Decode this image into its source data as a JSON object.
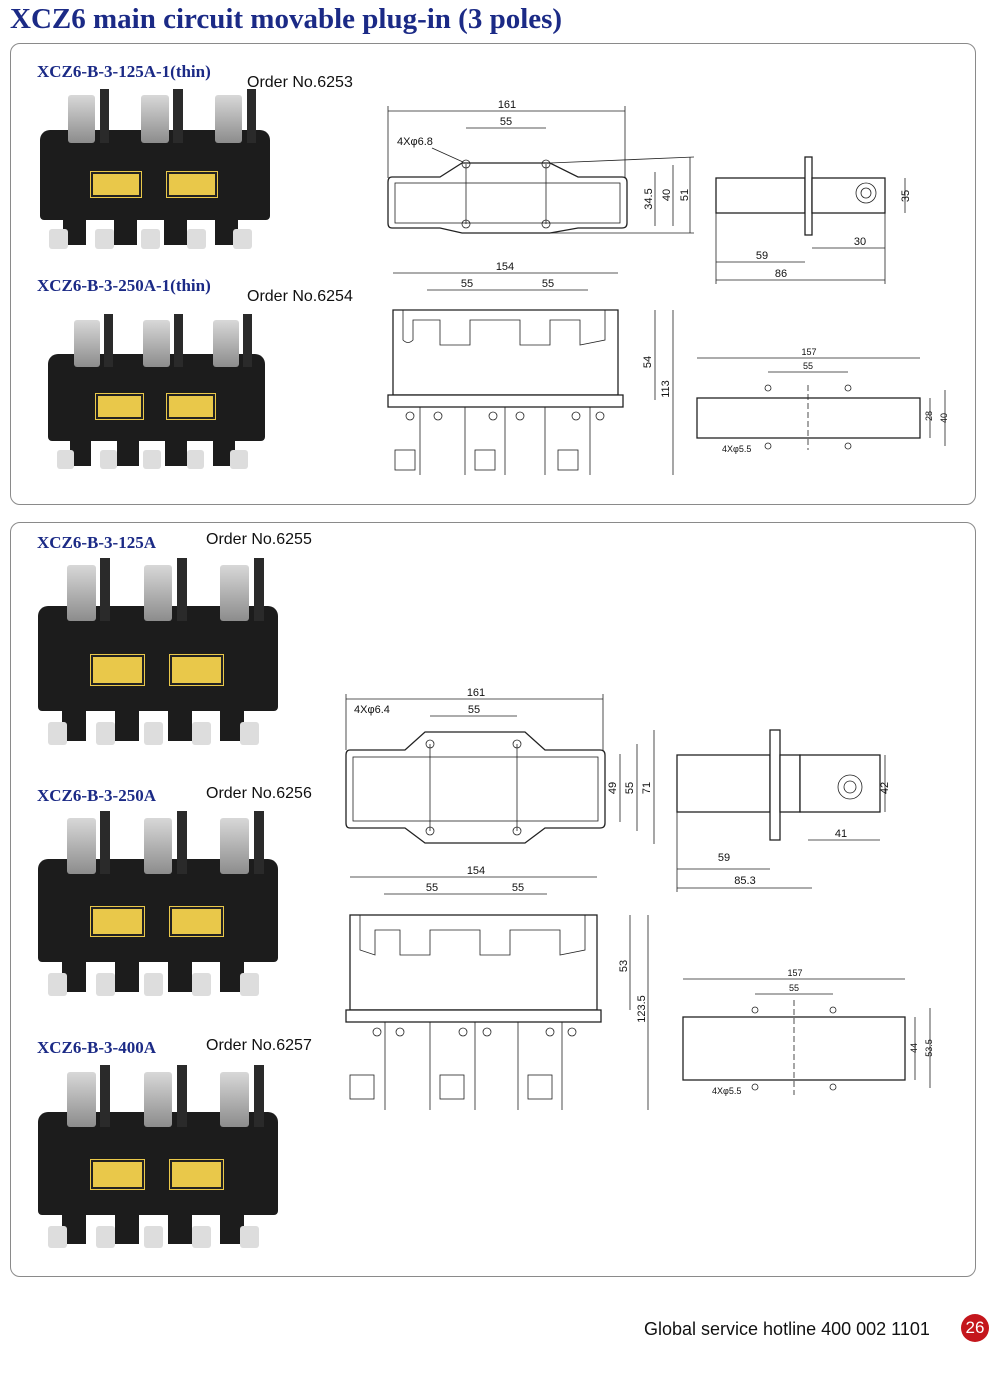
{
  "title": "XCZ6 main circuit movable plug-in (3 poles)",
  "products": [
    {
      "model": "XCZ6-B-3-125A-1(thin)",
      "order": "Order No.6253"
    },
    {
      "model": "XCZ6-B-3-250A-1(thin)",
      "order": "Order No.6254"
    },
    {
      "model": "XCZ6-B-3-125A",
      "order": "Order No.6255"
    },
    {
      "model": "XCZ6-B-3-250A",
      "order": "Order No.6256"
    },
    {
      "model": "XCZ6-B-3-400A",
      "order": "Order No.6257"
    }
  ],
  "drawings": {
    "thin_top": {
      "width": "161",
      "pitch": "55",
      "holes": "4Xφ6.8",
      "h1": "34.5",
      "h2": "40",
      "h3": "51"
    },
    "thin_side": {
      "h": "35",
      "t": "30",
      "a": "59",
      "b": "86"
    },
    "thin_front": {
      "width": "154",
      "p1": "55",
      "p2": "55",
      "h1": "54",
      "h2": "113"
    },
    "thin_bottom": {
      "width": "157",
      "pitch": "55",
      "h1": "28",
      "h2": "40",
      "holes": "4Xφ5.5"
    },
    "std_top": {
      "width": "161",
      "pitch": "55",
      "holes": "4Xφ6.4",
      "h1": "49",
      "h2": "55",
      "h3": "71"
    },
    "std_side": {
      "h": "42",
      "t": "41",
      "a": "59",
      "b": "85.3"
    },
    "std_front": {
      "width": "154",
      "p1": "55",
      "p2": "55",
      "h1": "53",
      "h2": "123.5"
    },
    "std_bottom": {
      "width": "157",
      "pitch": "55",
      "h1": "44",
      "h2": "53.5",
      "holes": "4Xφ5.5"
    }
  },
  "footer": {
    "hotline": "Global service hotline  400 002 1101",
    "page": "26"
  },
  "colors": {
    "title": "#1b2a86",
    "page_badge": "#c4161c"
  }
}
